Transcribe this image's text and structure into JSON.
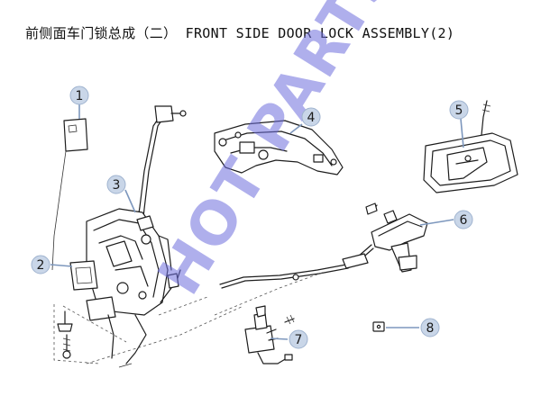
{
  "title": "前侧面车门锁总成（二） FRONT SIDE DOOR LOCK ASSEMBLY(2)",
  "watermark": "HOT PARTS",
  "callouts": [
    "1",
    "2",
    "3",
    "4",
    "5",
    "6",
    "7",
    "8"
  ],
  "colors": {
    "callout_fill": "#c9d6e8",
    "leader": "#7d97bd",
    "watermark": "#6e6edc",
    "line_art": "#1d1d1d"
  }
}
